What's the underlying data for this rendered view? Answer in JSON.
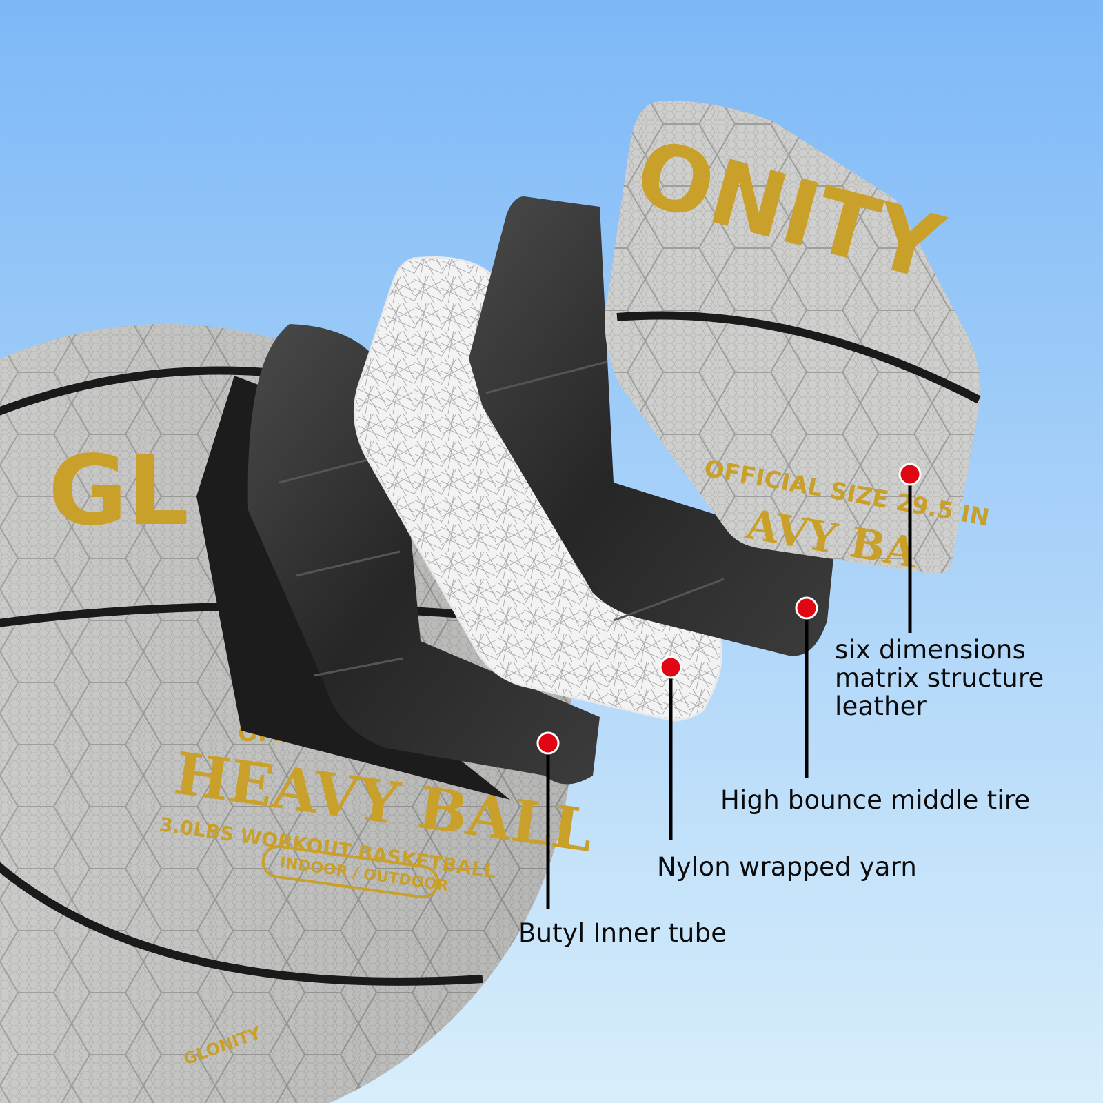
{
  "colors": {
    "sky_top": "#7db8f7",
    "sky_bottom": "#d8eefb",
    "ball_leather": "#cfcfcd",
    "gold_print": "#c9a02a",
    "rubber_black": "#222222",
    "marker_red": "#e10613",
    "leader_line": "#000000"
  },
  "ball_print": {
    "brand_ball": "GL",
    "brand_layer": "ONITY",
    "official_ball": "OFFICI",
    "official_layer": "OFFICIAL SIZE 29.5 IN",
    "model": "HEAVY BALL",
    "model_layer": "AVY BA",
    "weight": "3.0LBS WORKOUT BASKETBALL",
    "usage": "INDOOR / OUTDOOR",
    "stamp": "GLONITY"
  },
  "callouts": {
    "leather": {
      "line1": "six dimensions",
      "line2": "matrix structure",
      "line3": "leather"
    },
    "tire": "High bounce middle tire",
    "yarn": "Nylon wrapped yarn",
    "tube": "Butyl Inner tube"
  }
}
